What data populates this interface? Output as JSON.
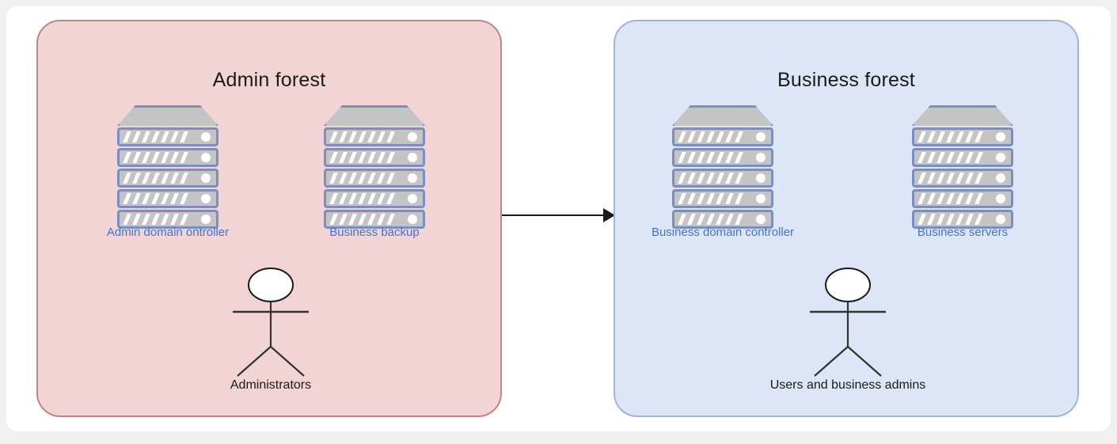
{
  "diagram": {
    "title": "Admin forest and business forest trust diagram",
    "colors": {
      "page_background": "#f0f0f0",
      "card_background": "#ffffff",
      "admin_fill": "#f2d4d4",
      "admin_border": "#c08484",
      "business_fill": "#dce6f7",
      "business_border": "#9db4dc",
      "device_label": "#4372cd",
      "person_label": "#1a1a1a",
      "rack_body": "#c4c4c4",
      "rack_border": "#7b8ec4",
      "arrow": "#1a1a1a"
    }
  },
  "admin_forest": {
    "title": "Admin forest",
    "servers": [
      {
        "label": "Admin domain ontroller",
        "units": 5
      },
      {
        "label": "Business backup",
        "units": 5
      }
    ],
    "person": {
      "label": "Administrators"
    }
  },
  "business_forest": {
    "title": "Business forest",
    "servers": [
      {
        "label": "Business domain controller",
        "units": 5
      },
      {
        "label": "Business servers",
        "units": 5
      }
    ],
    "person": {
      "label": "Users and business admins"
    }
  },
  "connector": {
    "from": "Admin forest",
    "to": "Business forest",
    "label": "",
    "style": "solid-arrow"
  }
}
